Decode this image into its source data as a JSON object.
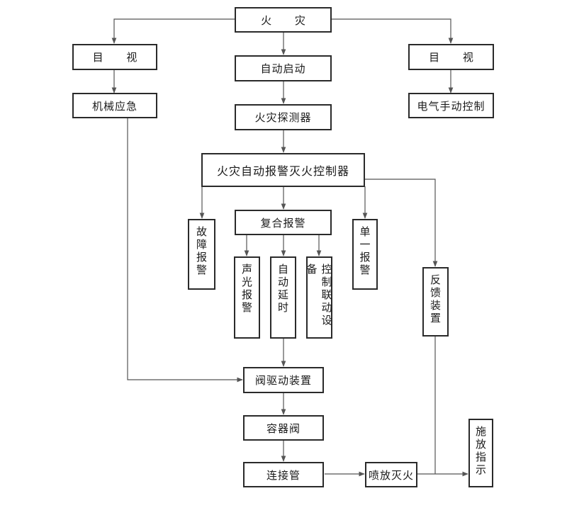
{
  "nodes": {
    "fire": "火 灾",
    "visual_left": "目 视",
    "auto_start": "自动启动",
    "visual_right": "目 视",
    "mech_emergency": "机械应急",
    "fire_detector": "火灾探测器",
    "elec_manual": "电气手动控制",
    "controller": "火灾自动报警灭火控制器",
    "fault_alarm": "故障报警",
    "composite_alarm": "复合报警",
    "single_alarm": "单一报警",
    "sound_light_alarm": "声光报警",
    "auto_delay": "自动延时",
    "control_linkage": "控制联动设备",
    "feedback_device": "反馈装置",
    "valve_drive": "阀驱动装置",
    "container_valve": "容器阀",
    "connecting_pipe": "连接管",
    "spray_extinguish": "喷放灭火",
    "release_indicator": "施放指示"
  },
  "colors": {
    "line": "#555555",
    "border": "#2a2a2a"
  }
}
